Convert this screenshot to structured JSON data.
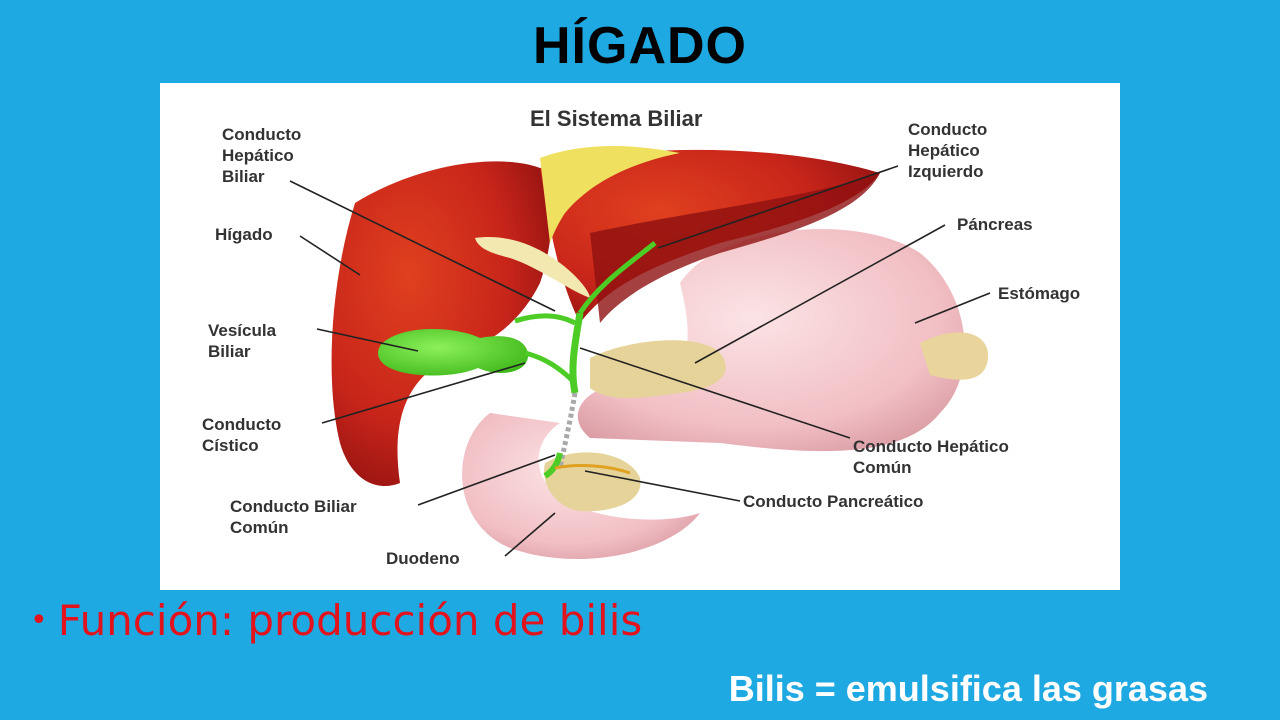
{
  "slide": {
    "title": "HÍGADO",
    "bullet_text": "Función: producción de bilis",
    "note": "Bilis = emulsifica las grasas"
  },
  "diagram": {
    "title": "El Sistema Biliar",
    "labels": {
      "conducto_hepatico_biliar": [
        "Conducto",
        "Hepático",
        "Biliar"
      ],
      "higado": [
        "Hígado"
      ],
      "vesicula_biliar": [
        "Vesícula",
        "Biliar"
      ],
      "conducto_cistico": [
        "Conducto",
        "Cístico"
      ],
      "conducto_biliar_comun": [
        "Conducto Biliar",
        "Común"
      ],
      "duodeno": [
        "Duodeno"
      ],
      "conducto_hepatico_izquierdo": [
        "Conducto",
        "Hepático",
        "Izquierdo"
      ],
      "pancreas": [
        "Páncreas"
      ],
      "estomago": [
        "Estómago"
      ],
      "conducto_hepatico_comun": [
        "Conducto Hepático",
        "Común"
      ],
      "conducto_pancreatico": [
        "Conducto Pancreático"
      ]
    },
    "colors": {
      "liver": "#c8251a",
      "liver_dark": "#8e1010",
      "gallbladder": "#5bd62b",
      "stomach": "#f4c8cc",
      "pancreas": "#e6d39a",
      "duct": "#f0e060"
    }
  }
}
